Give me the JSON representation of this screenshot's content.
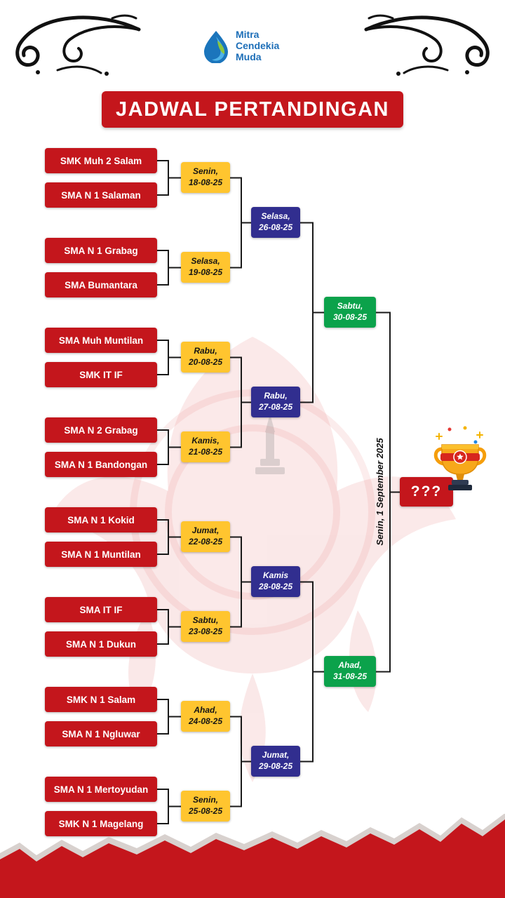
{
  "colors": {
    "red": "#C4161C",
    "yellow": "#FFC52F",
    "navy": "#312E8F",
    "green": "#0BA24B"
  },
  "header": {
    "title": "JADWAL PERTANDINGAN"
  },
  "logo": {
    "line1": "Mitra",
    "line2": "Cendekia",
    "line3": "Muda"
  },
  "bracket": {
    "teams": [
      "SMK Muh 2 Salam",
      "SMA N 1 Salaman",
      "SMA N 1 Grabag",
      "SMA Bumantara",
      "SMA Muh Muntilan",
      "SMK IT IF",
      "SMA N 2 Grabag",
      "SMA N 1 Bandongan",
      "SMA N 1 Kokid",
      "SMA N 1 Muntilan",
      "SMA IT IF",
      "SMA N 1 Dukun",
      "SMK N 1 Salam",
      "SMA N 1 Ngluwar",
      "SMA N 1 Mertoyudan",
      "SMK N 1 Magelang"
    ],
    "round1": [
      {
        "day": "Senin,",
        "date": "18-08-25"
      },
      {
        "day": "Selasa,",
        "date": "19-08-25"
      },
      {
        "day": "Rabu,",
        "date": "20-08-25"
      },
      {
        "day": "Kamis,",
        "date": "21-08-25"
      },
      {
        "day": "Jumat,",
        "date": "22-08-25"
      },
      {
        "day": "Sabtu,",
        "date": "23-08-25"
      },
      {
        "day": "Ahad,",
        "date": "24-08-25"
      },
      {
        "day": "Senin,",
        "date": "25-08-25"
      }
    ],
    "round2": [
      {
        "day": "Selasa,",
        "date": "26-08-25"
      },
      {
        "day": "Rabu,",
        "date": "27-08-25"
      },
      {
        "day": "Kamis",
        "date": "28-08-25"
      },
      {
        "day": "Jumat,",
        "date": "29-08-25"
      }
    ],
    "semifinals": [
      {
        "day": "Sabtu,",
        "date": "30-08-25"
      },
      {
        "day": "Ahad,",
        "date": "31-08-25"
      }
    ],
    "final": {
      "label": "???",
      "date_text": "Senin, 1 September 2025"
    }
  }
}
